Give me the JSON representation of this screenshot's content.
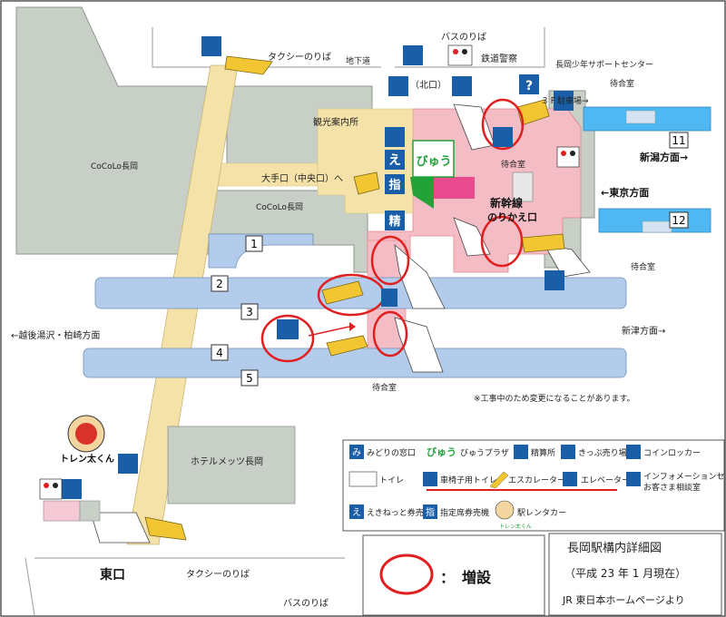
{
  "labels": {
    "taxi_north": "タクシーのりば",
    "chikado": "地下道",
    "bus_north": "バスのりば",
    "tetsudo_keisatsu": "鉄道警察",
    "shonen_center": "長岡少年サポートセンター",
    "kitaguchi": "（北口）",
    "kanko_annai": "観光案内所",
    "parking_3f": "３Ｆ駐車場→",
    "machiai_top": "待合室",
    "cocolo1": "CoCoLo長岡",
    "cocolo2": "CoCoLo長岡",
    "otete": "大手口（中央口）へ",
    "machiai_mid": "待合室",
    "shinkansen_line1": "新幹線",
    "shinkansen_line2": "のりかえ口",
    "niigata": "新潟方面→",
    "tokyo": "←東京方面",
    "machiai_right": "待合室",
    "echigo": "←越後湯沢・柏崎方面",
    "niitsu": "新津方面→",
    "machiai_bottom": "待合室",
    "notice": "※工事中のため変更になることがあります。",
    "hotel": "ホテルメッツ長岡",
    "toreinkun": "トレン太くん",
    "higashiguchi": "東口",
    "taxi_east": "タクシーのりば",
    "bus_east": "バスのりば",
    "midori": "み",
    "e_char": "え",
    "shi_char": "指",
    "sei_char": "精",
    "viewplaza_logo": "びゅう"
  },
  "tracks": [
    "1",
    "2",
    "3",
    "4",
    "5",
    "11",
    "12"
  ],
  "legend": {
    "midori": "みどりの窓口",
    "view_plaza": "びゅうプラザ",
    "seisanjo": "精算所",
    "kippu": "きっぷ売り場",
    "coin_locker": "コインロッカー",
    "toilet": "トイレ",
    "wheelchair_toilet": "車椅子用トイレ",
    "escalator": "エスカレーター",
    "elevator": "エレベーター",
    "info": "インフォメーションセンター",
    "info2": "お客さま相談室",
    "ekinet": "えきねっと券売機",
    "shitei": "指定席券売機",
    "rentacar": "駅レンタカー",
    "rentacar_mini": "トレン太くん",
    "view_logo": "びゅう"
  },
  "bottom": {
    "circle_label": "：　増設",
    "title": "長岡駅構内詳細図",
    "date": "（平成 23 年 1 月現在）",
    "source": "JR 東日本ホームページより"
  },
  "colors": {
    "building": "#c8cfc7",
    "concourse": "#f4e2a9",
    "platform": "#b3cceb",
    "shinkansen": "#4fb7f2",
    "pink": "#f4bcc4",
    "accent_red": "#e02020",
    "sign_blue": "#1a5ea8",
    "green": "#23a23a"
  }
}
